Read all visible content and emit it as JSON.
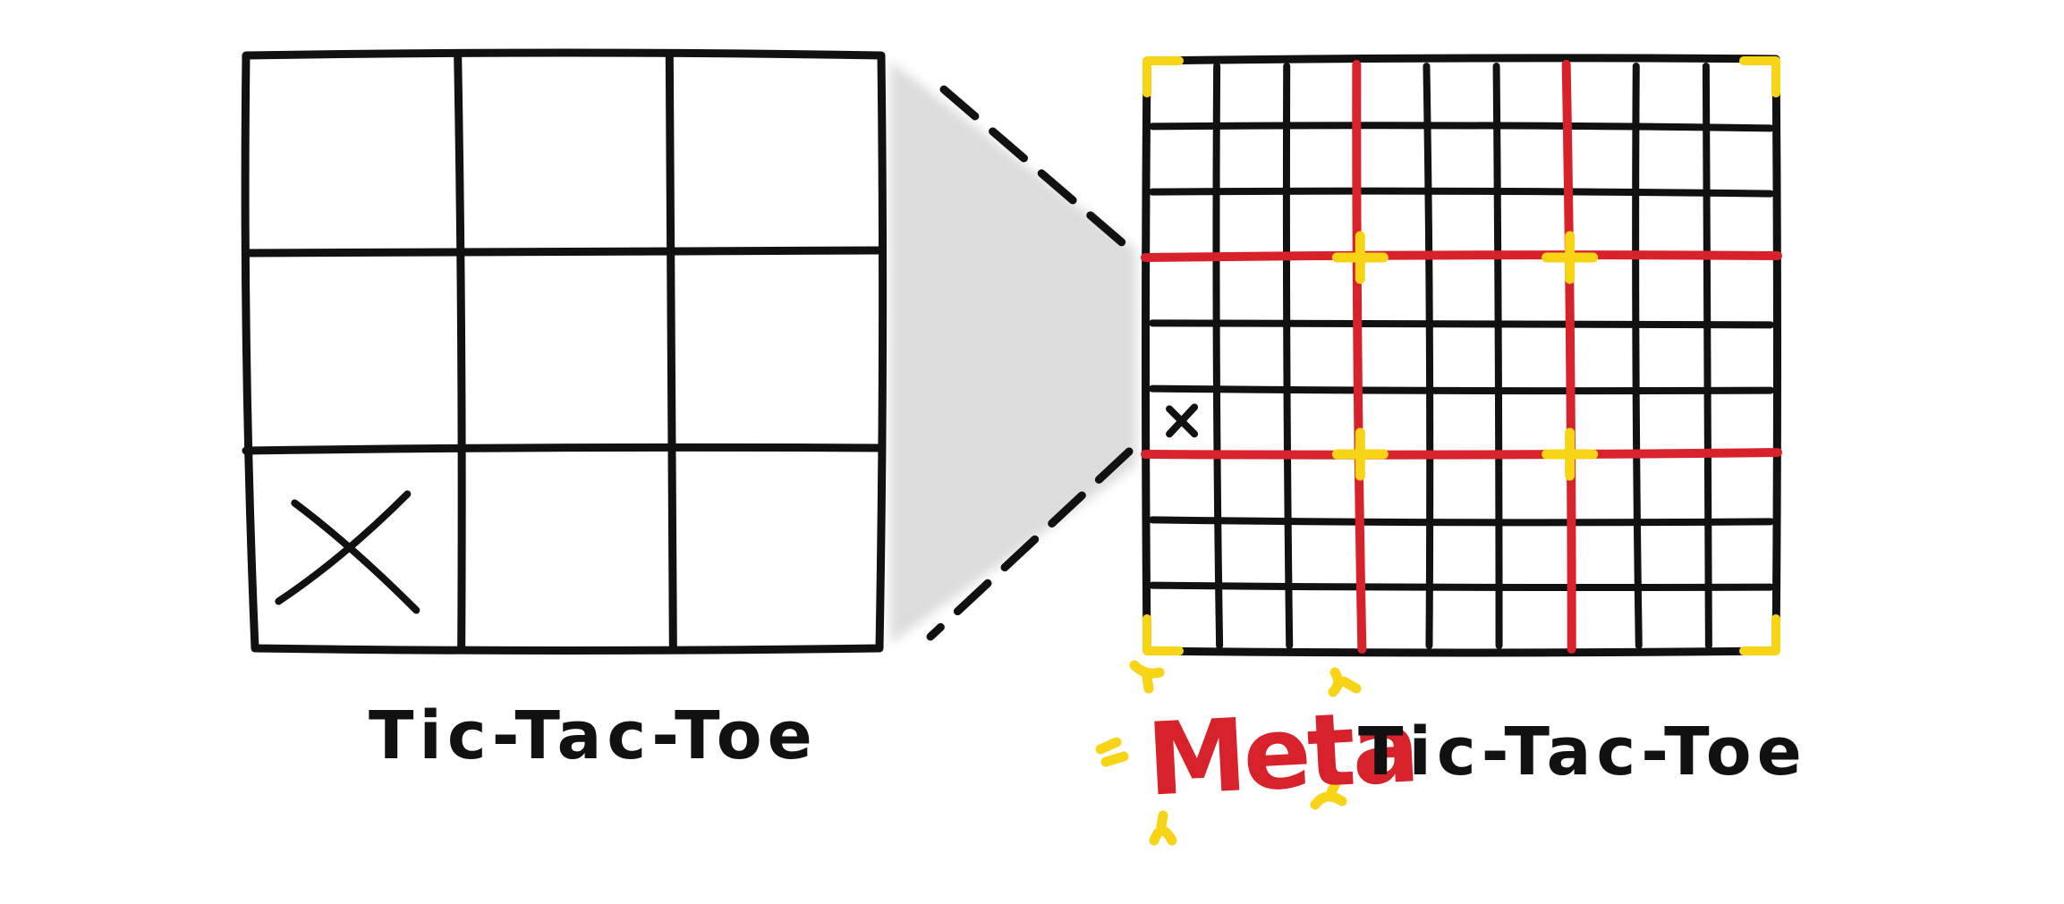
{
  "diagram": {
    "left_caption": "Tic-Tac-Toe",
    "right_caption_emphasis": "Meta",
    "right_caption_rest": "Tic-Tac-Toe",
    "left_board": {
      "grid_size": 3,
      "marked_cell": {
        "row": 2,
        "col": 0,
        "mark": "X"
      }
    },
    "right_board": {
      "grid_size": 9,
      "sub_grid_size": 3,
      "marked_cell": {
        "row": 5,
        "col": 0,
        "mark": "x"
      }
    }
  },
  "colors": {
    "ink": "#111111",
    "major_grid": "#d8222b",
    "highlight": "#f7d416",
    "zoom_wedge": "#dcdcdc"
  },
  "icons": {
    "mark": "x-mark-icon",
    "corner": "corner-bracket-icon",
    "sparkle": "sparkle-icon"
  }
}
